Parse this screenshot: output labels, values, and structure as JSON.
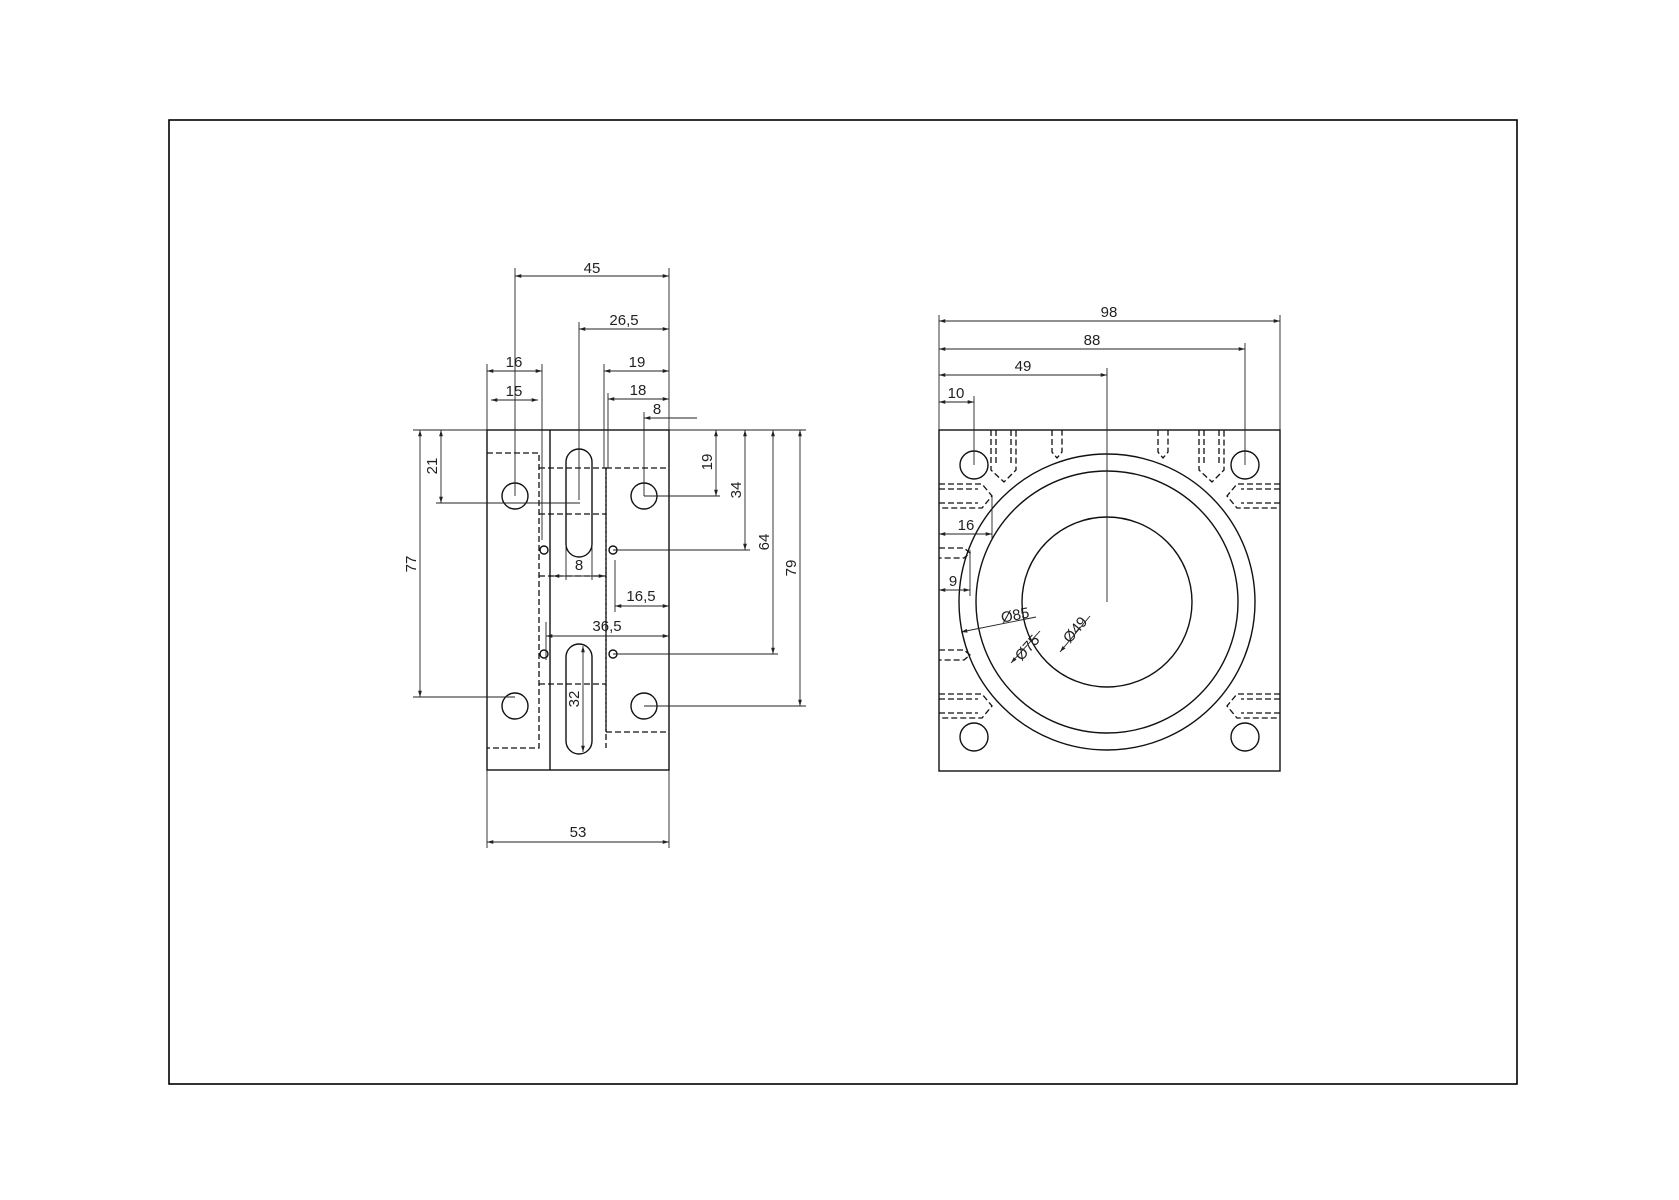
{
  "drawing": {
    "left_view": {
      "dimensions": {
        "d45": "45",
        "d26_5": "26,5",
        "d16": "16",
        "d19": "19",
        "d15": "15",
        "d18": "18",
        "d8_top": "8",
        "d21": "21",
        "d19_v": "19",
        "d34": "34",
        "d64": "64",
        "d79": "79",
        "d77": "77",
        "d8_slot": "8",
        "d16_5": "16,5",
        "d36_5": "36,5",
        "d32": "32",
        "d53": "53"
      }
    },
    "right_view": {
      "dimensions": {
        "d98": "98",
        "d88": "88",
        "d49": "49",
        "d10": "10",
        "d16": "16",
        "d9": "9",
        "dia85": "Ø85",
        "dia75": "Ø75",
        "dia49": "Ø49"
      }
    }
  }
}
